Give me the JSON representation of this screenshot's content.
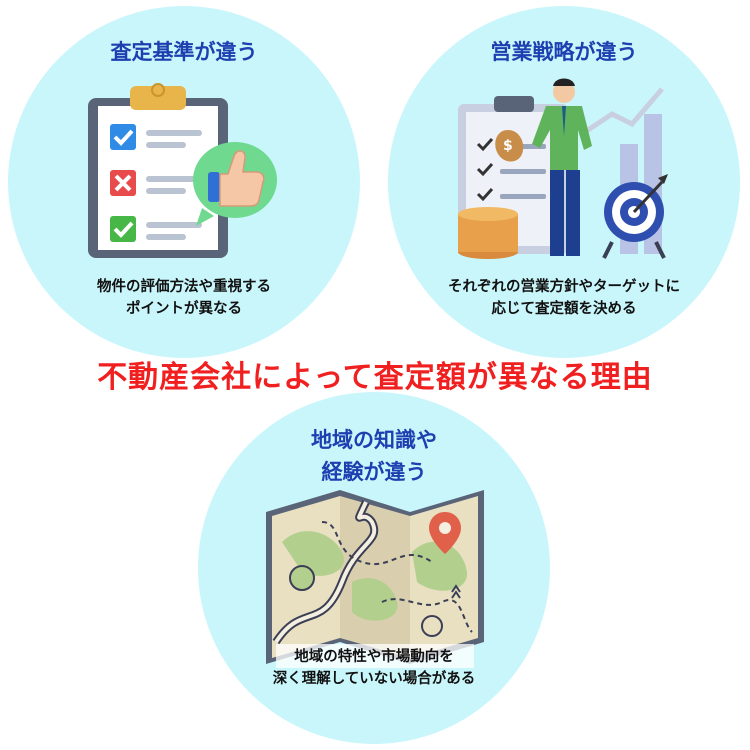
{
  "title": "不動産会社によって査定額が異なる理由",
  "panels": [
    {
      "heading": "査定基準が違う",
      "caption": [
        "物件の評価方法や重視する",
        "ポイントが異なる"
      ],
      "icon": "checklist-thumbs-up"
    },
    {
      "heading": "営業戦略が違う",
      "caption": [
        "それぞれの営業方針やターゲットに",
        "応じて査定額を決める"
      ],
      "icon": "businessman-target"
    },
    {
      "heading": [
        "地域の知識や",
        "経験が違う"
      ],
      "caption": [
        "地域の特性や市場動向を",
        "深く理解していない場合がある"
      ],
      "icon": "folded-map"
    }
  ],
  "colors": {
    "circle": "#c9f6fb",
    "heading": "#1d3fb0",
    "title": "#f02020"
  }
}
